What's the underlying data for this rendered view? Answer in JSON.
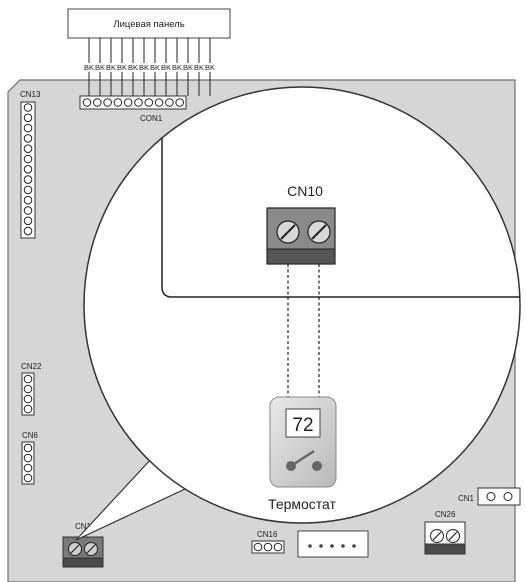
{
  "front_panel": {
    "label": "Лицевая панель"
  },
  "wires": {
    "label": "BK",
    "count": 12
  },
  "board": {
    "cn13": "CN13",
    "cn1_top": "CON1",
    "cn22": "CN22",
    "cn6": "CN6",
    "cn10": "CN10",
    "cn16": "CN16",
    "cn1": "CN1",
    "cn26": "CN26"
  },
  "zoom": {
    "connector_label": "CN10",
    "thermostat_display": "72",
    "thermostat_label": "Термостат"
  }
}
